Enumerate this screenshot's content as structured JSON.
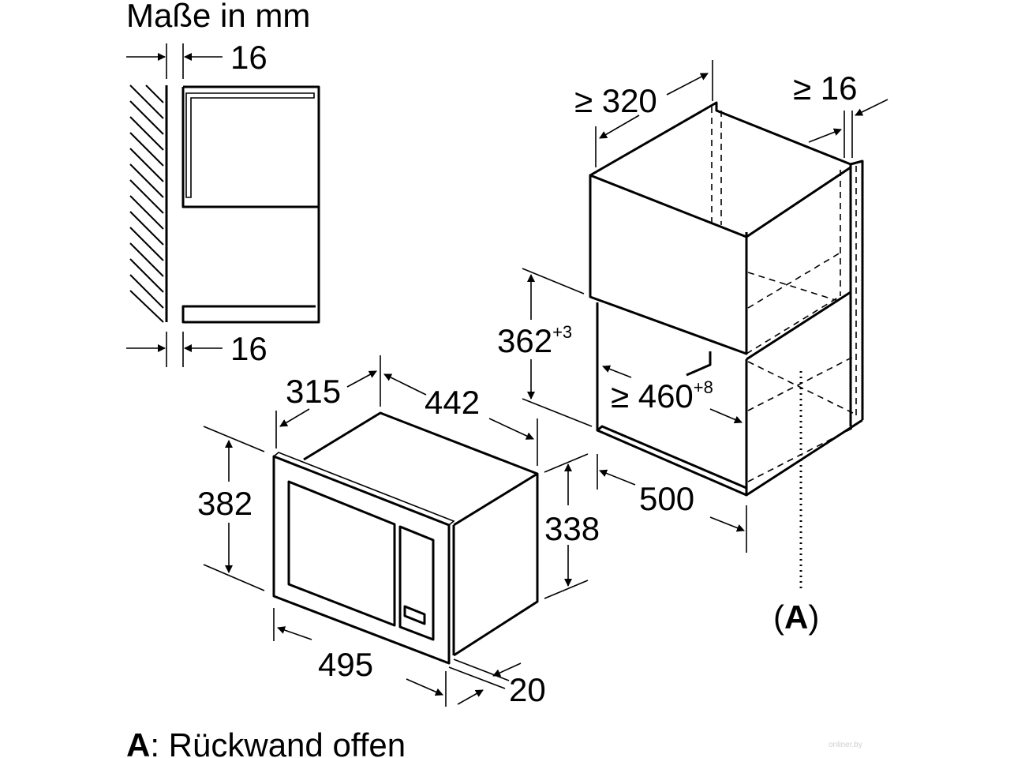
{
  "title": "Maße in mm",
  "side_view": {
    "top_gap": "16",
    "bottom_gap": "16"
  },
  "niche": {
    "depth_min": "≥ 320",
    "side_panel_min": "≥ 16",
    "height_prefix": "362",
    "height_tolerance": "+3",
    "width_prefix": "≥ 460",
    "width_tolerance": "+8",
    "shelf_depth": "500",
    "marker": "(A)",
    "marker_letter": "A"
  },
  "appliance": {
    "depth": "315",
    "body_width": "442",
    "front_height": "382",
    "body_height": "338",
    "front_width": "495",
    "front_depth": "20"
  },
  "footnote": {
    "key": "A",
    "text": ": Rückwand offen"
  },
  "watermark": "onliner.by"
}
